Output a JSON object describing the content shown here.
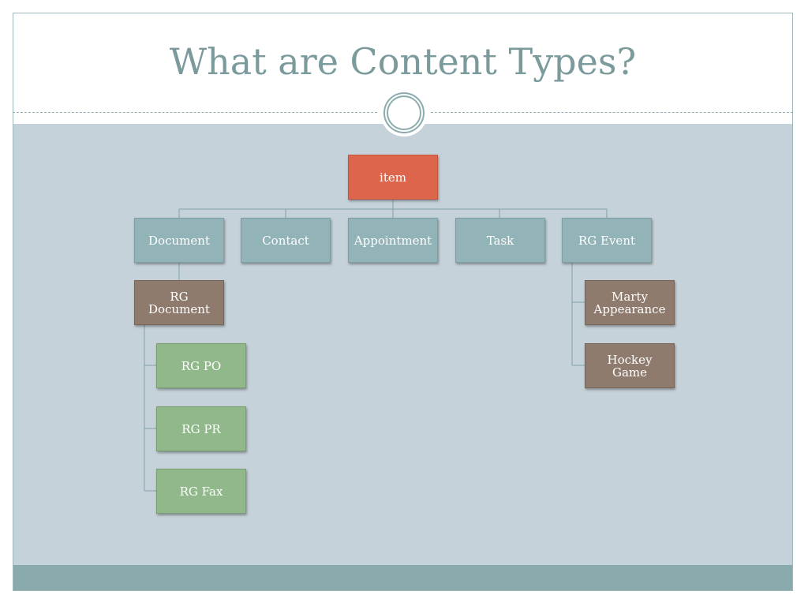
{
  "slide": {
    "title": "What are Content Types?"
  },
  "colors": {
    "title": "#7a9a9c",
    "body_background": "#c6d2d9",
    "footer_band": "#8aabad",
    "root_box": "#dc654c",
    "level1_box": "#92b3b8",
    "level2_box": "#8f7b6d",
    "level3_box": "#90b88a",
    "connector": "#7fa3a6"
  },
  "diagram": {
    "root": "item",
    "level1": [
      "Document",
      "Contact",
      "Appointment",
      "Task",
      "RG Event"
    ],
    "document_children": [
      "RG Document"
    ],
    "rg_document_children": [
      "RG PO",
      "RG PR",
      "RG Fax"
    ],
    "rg_event_children": [
      "Marty Appearance",
      "Hockey Game"
    ]
  }
}
